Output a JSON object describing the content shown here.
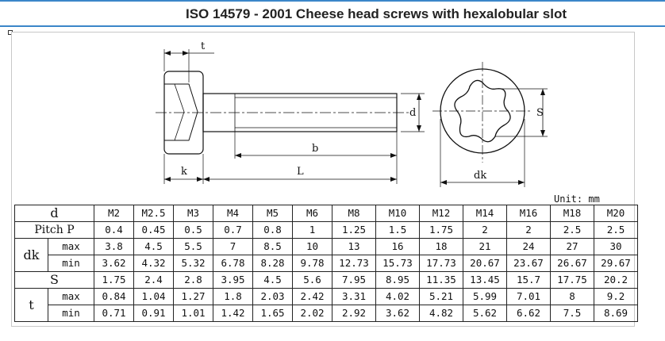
{
  "title": "ISO 14579 - 2001 Cheese head screws with hexalobular slot",
  "drawing": {
    "labels": {
      "t": "t",
      "d": "d",
      "b": "b",
      "k": "k",
      "L": "L",
      "S": "S",
      "dk": "dk"
    }
  },
  "unit_label": "Unit: mm",
  "table": {
    "header_label": "d",
    "sizes": [
      "M2",
      "M2.5",
      "M3",
      "M4",
      "M5",
      "M6",
      "M8",
      "M10",
      "M12",
      "M14",
      "M16",
      "M18",
      "M20"
    ],
    "pitch": {
      "label": "Pitch  P",
      "values": [
        "0.4",
        "0.45",
        "0.5",
        "0.7",
        "0.8",
        "1",
        "1.25",
        "1.5",
        "1.75",
        "2",
        "2",
        "2.5",
        "2.5"
      ]
    },
    "dk": {
      "label": "dk",
      "max_label": "max",
      "min_label": "min",
      "max": [
        "3.8",
        "4.5",
        "5.5",
        "7",
        "8.5",
        "10",
        "13",
        "16",
        "18",
        "21",
        "24",
        "27",
        "30"
      ],
      "min": [
        "3.62",
        "4.32",
        "5.32",
        "6.78",
        "8.28",
        "9.78",
        "12.73",
        "15.73",
        "17.73",
        "20.67",
        "23.67",
        "26.67",
        "29.67"
      ]
    },
    "s": {
      "label": "S",
      "values": [
        "1.75",
        "2.4",
        "2.8",
        "3.95",
        "4.5",
        "5.6",
        "7.95",
        "8.95",
        "11.35",
        "13.45",
        "15.7",
        "17.75",
        "20.2"
      ]
    },
    "t": {
      "label": "t",
      "max_label": "max",
      "min_label": "min",
      "max": [
        "0.84",
        "1.04",
        "1.27",
        "1.8",
        "2.03",
        "2.42",
        "3.31",
        "4.02",
        "5.21",
        "5.99",
        "7.01",
        "8",
        "9.2"
      ],
      "min": [
        "0.71",
        "0.91",
        "1.01",
        "1.42",
        "1.65",
        "2.02",
        "2.92",
        "3.62",
        "4.82",
        "5.62",
        "6.62",
        "7.5",
        "8.69"
      ]
    }
  }
}
